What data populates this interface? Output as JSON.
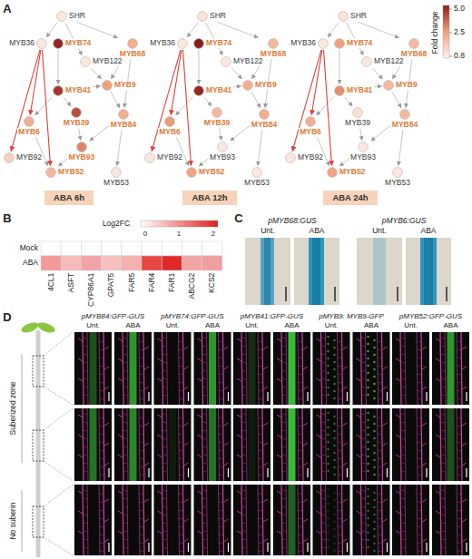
{
  "diagram": {
    "nodes": [
      {
        "text": [
          "SHR"
        ]
      },
      {
        "text": [
          "MYB36"
        ]
      },
      {
        "text": [
          "MYB74"
        ]
      },
      {
        "text": [
          "MYB68"
        ]
      },
      {
        "text": [
          "MYB122"
        ]
      },
      {
        "text": [
          "MYB9"
        ]
      },
      {
        "text": [
          "MYB41"
        ]
      },
      {
        "text": [
          "MYB6"
        ]
      },
      {
        "text": [
          "MYB39"
        ]
      },
      {
        "text": [
          "MYB84"
        ]
      },
      {
        "text": [
          "MYB93"
        ]
      },
      {
        "text": [
          "MYB92"
        ]
      },
      {
        "text": [
          "MYB52"
        ]
      },
      {
        "text": [
          "MYB53"
        ]
      },
      {
        "text": [
          "ABA 6h"
        ]
      },
      {
        "text": [
          "SHR"
        ]
      },
      {
        "text": [
          "MYB36"
        ]
      },
      {
        "text": [
          "MYB74"
        ]
      },
      {
        "text": [
          "MYB68"
        ]
      },
      {
        "text": [
          "MYB122"
        ]
      },
      {
        "text": [
          "MYB9"
        ]
      },
      {
        "text": [
          "MYB41"
        ]
      },
      {
        "text": [
          "MYB6"
        ]
      },
      {
        "text": [
          "MYB39"
        ]
      },
      {
        "text": [
          "MYB84"
        ]
      },
      {
        "text": [
          "MYB93"
        ]
      },
      {
        "text": [
          "MYB92"
        ]
      },
      {
        "text": [
          "MYB52"
        ]
      },
      {
        "text": [
          "MYB53"
        ]
      },
      {
        "text": [
          "ABA 12h"
        ]
      },
      {
        "text": [
          "SHR"
        ]
      },
      {
        "text": [
          "MYB36"
        ]
      },
      {
        "text": [
          "MYB74"
        ]
      },
      {
        "text": [
          "MYB68"
        ]
      },
      {
        "text": [
          "MYB122"
        ]
      },
      {
        "text": [
          "MYB9"
        ]
      },
      {
        "text": [
          "MYB41"
        ]
      },
      {
        "text": [
          "MYB6"
        ]
      },
      {
        "text": [
          "MYB39"
        ]
      },
      {
        "text": [
          "MYB84"
        ]
      },
      {
        "text": [
          "MYB93"
        ]
      },
      {
        "text": [
          "MYB92"
        ]
      },
      {
        "text": [
          "MYB52"
        ]
      },
      {
        "text": [
          "MYB53"
        ]
      },
      {
        "text": [
          "ABA 24h"
        ]
      }
    ],
    "edges": [
      {
        "from": 0,
        "to": 1,
        "arrow": "to"
      },
      {
        "from": 0,
        "to": 3,
        "arrow": "to"
      },
      {
        "from": 0,
        "to": 4,
        "arrow": "to"
      },
      {
        "from": 1,
        "to": 11,
        "arrow": "to"
      },
      {
        "from": 1,
        "to": 7,
        "arrow": "to"
      },
      {
        "from": 1,
        "to": 12,
        "arrow": "to"
      },
      {
        "from": 2,
        "to": 6,
        "arrow": "to"
      },
      {
        "from": 4,
        "to": 5,
        "arrow": "to"
      },
      {
        "from": 3,
        "to": 9,
        "arrow": "to"
      },
      {
        "from": 6,
        "to": 7,
        "arrow": "to"
      },
      {
        "from": 6,
        "to": 8,
        "arrow": "to"
      },
      {
        "from": 6,
        "to": 5,
        "arrow": "to"
      },
      {
        "from": 5,
        "to": 9,
        "arrow": "to"
      },
      {
        "from": 8,
        "to": 10,
        "arrow": "to"
      },
      {
        "from": 9,
        "to": 10,
        "arrow": "to"
      },
      {
        "from": 9,
        "to": 13,
        "arrow": "to"
      },
      {
        "from": 7,
        "to": 12,
        "arrow": "to"
      },
      {
        "from": 10,
        "to": 12,
        "arrow": "to"
      },
      {
        "from": 3,
        "to": 5,
        "arrow": "to"
      },
      {
        "from": 15,
        "to": 16,
        "arrow": "to"
      },
      {
        "from": 15,
        "to": 18,
        "arrow": "to"
      },
      {
        "from": 15,
        "to": 19,
        "arrow": "to"
      },
      {
        "from": 16,
        "to": 26,
        "arrow": "to"
      },
      {
        "from": 16,
        "to": 22,
        "arrow": "to"
      },
      {
        "from": 16,
        "to": 27,
        "arrow": "to"
      },
      {
        "from": 17,
        "to": 21,
        "arrow": "to"
      },
      {
        "from": 19,
        "to": 20,
        "arrow": "to"
      },
      {
        "from": 18,
        "to": 24,
        "arrow": "to"
      },
      {
        "from": 21,
        "to": 22,
        "arrow": "to"
      },
      {
        "from": 21,
        "to": 23,
        "arrow": "to"
      },
      {
        "from": 21,
        "to": 20,
        "arrow": "to"
      },
      {
        "from": 20,
        "to": 24,
        "arrow": "to"
      },
      {
        "from": 23,
        "to": 25,
        "arrow": "to"
      },
      {
        "from": 24,
        "to": 25,
        "arrow": "to"
      },
      {
        "from": 24,
        "to": 28,
        "arrow": "to"
      },
      {
        "from": 22,
        "to": 27,
        "arrow": "to"
      },
      {
        "from": 25,
        "to": 27,
        "arrow": "to"
      },
      {
        "from": 18,
        "to": 20,
        "arrow": "to"
      },
      {
        "from": 30,
        "to": 31,
        "arrow": "to"
      },
      {
        "from": 30,
        "to": 33,
        "arrow": "to"
      },
      {
        "from": 30,
        "to": 34,
        "arrow": "to"
      },
      {
        "from": 31,
        "to": 41,
        "arrow": "to"
      },
      {
        "from": 31,
        "to": 37,
        "arrow": "to"
      },
      {
        "from": 31,
        "to": 42,
        "arrow": "to"
      },
      {
        "from": 32,
        "to": 36,
        "arrow": "to"
      },
      {
        "from": 34,
        "to": 35,
        "arrow": "to"
      },
      {
        "from": 33,
        "to": 39,
        "arrow": "to"
      },
      {
        "from": 36,
        "to": 37,
        "arrow": "to"
      },
      {
        "from": 36,
        "to": 38,
        "arrow": "to"
      },
      {
        "from": 36,
        "to": 35,
        "arrow": "to"
      },
      {
        "from": 35,
        "to": 39,
        "arrow": "to"
      },
      {
        "from": 38,
        "to": 40,
        "arrow": "to"
      },
      {
        "from": 39,
        "to": 40,
        "arrow": "to"
      },
      {
        "from": 39,
        "to": 43,
        "arrow": "to"
      },
      {
        "from": 37,
        "to": 42,
        "arrow": "to"
      },
      {
        "from": 40,
        "to": 42,
        "arrow": "to"
      },
      {
        "from": 33,
        "to": 35,
        "arrow": "to"
      }
    ],
    "labels": [
      "A",
      "Fold change",
      "5.0",
      "2.5",
      "0.8",
      "B",
      "Log2FC",
      "0",
      "1",
      "2",
      "Mock",
      "ABA",
      "4CL1",
      "ASFT",
      "CYP86A1",
      "GPAT5",
      "FAR5",
      "FAR4",
      "FAR1",
      "ABCG2",
      "KCS2",
      "C",
      "pMYB68:GUS",
      "pMYB6:GUS",
      "Unt.",
      "ABA",
      "Unt.",
      "ABA",
      "D",
      "Suberized zone",
      "No suberin",
      "pMYB84:GFP-GUS",
      "pMYB74:GFP-GUS",
      "pMYB41:GFP-GUS",
      "pMYB9: MYB9-GFP",
      "pMYB52:GFP-GUS",
      "Unt.",
      "ABA",
      "Unt.",
      "ABA",
      "Unt.",
      "ABA",
      "Unt.",
      "ABA",
      "Unt.",
      "ABA"
    ]
  }
}
